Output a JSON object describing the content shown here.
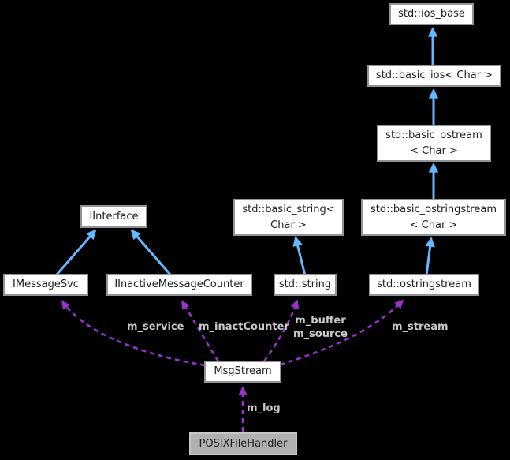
{
  "diagram": {
    "type": "collaboration-graph",
    "focus_node": "POSIXFileHandler",
    "colors": {
      "background": "#000000",
      "inheritance_edge": "#63b8ff",
      "usage_edge": "#9a32cd",
      "node_fill": "#ffffff",
      "node_border": "#8f9499",
      "node_text": "#1c1c1c",
      "focus_node_fill": "#b0b0b0",
      "focus_node_border": "#c6c6c6",
      "edge_label_text": "#cacaca"
    },
    "nodes": {
      "ios_base": {
        "label": "std::ios_base"
      },
      "basic_ios": {
        "label": "std::basic_ios< Char >"
      },
      "basic_ostream": {
        "label": "std::basic_ostream\n< Char >"
      },
      "basic_ostringstream": {
        "label": "std::basic_ostringstream\n< Char >"
      },
      "ostringstream": {
        "label": "std::ostringstream"
      },
      "basic_string": {
        "label": "std::basic_string<\nChar >"
      },
      "string": {
        "label": "std::string"
      },
      "iinterface": {
        "label": "IInterface"
      },
      "imessagesvc": {
        "label": "IMessageSvc"
      },
      "iinactive_message_counter": {
        "label": "IInactiveMessageCounter"
      },
      "msgstream": {
        "label": "MsgStream"
      },
      "posix_file_handler": {
        "label": "POSIXFileHandler"
      }
    },
    "edges": [
      {
        "from": "std::basic_ios< Char >",
        "to": "std::ios_base",
        "type": "inheritance"
      },
      {
        "from": "std::basic_ostream< Char >",
        "to": "std::basic_ios< Char >",
        "type": "inheritance"
      },
      {
        "from": "std::basic_ostringstream< Char >",
        "to": "std::basic_ostream< Char >",
        "type": "inheritance"
      },
      {
        "from": "std::ostringstream",
        "to": "std::basic_ostringstream< Char >",
        "type": "inheritance"
      },
      {
        "from": "std::string",
        "to": "std::basic_string< Char >",
        "type": "inheritance"
      },
      {
        "from": "IMessageSvc",
        "to": "IInterface",
        "type": "inheritance"
      },
      {
        "from": "IInactiveMessageCounter",
        "to": "IInterface",
        "type": "inheritance"
      },
      {
        "from": "MsgStream",
        "to": "IMessageSvc",
        "type": "usage",
        "label": "m_service"
      },
      {
        "from": "MsgStream",
        "to": "IInactiveMessageCounter",
        "type": "usage",
        "label": "m_inactCounter"
      },
      {
        "from": "MsgStream",
        "to": "std::string",
        "type": "usage",
        "label": "m_buffer\nm_source"
      },
      {
        "from": "MsgStream",
        "to": "std::ostringstream",
        "type": "usage",
        "label": "m_stream"
      },
      {
        "from": "POSIXFileHandler",
        "to": "MsgStream",
        "type": "usage",
        "label": "m_log"
      }
    ]
  }
}
